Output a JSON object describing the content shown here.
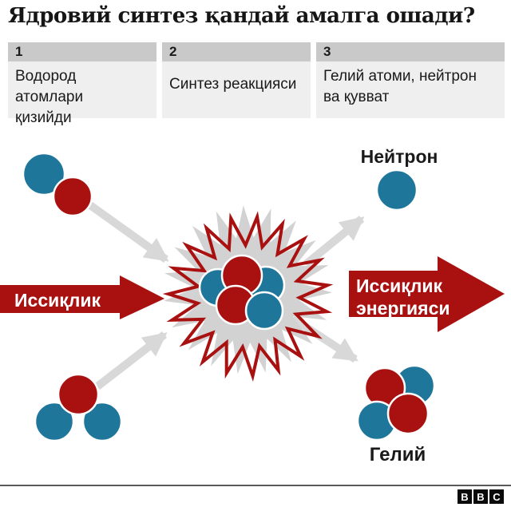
{
  "title": "Ядровий синтез қандай амалга ошади?",
  "steps": [
    {
      "number": "1",
      "text": "Водород атомлари қизийди"
    },
    {
      "number": "2",
      "text": "Синтез реакцияси"
    },
    {
      "number": "3",
      "text": "Гелий атоми, нейтрон ва қувват"
    }
  ],
  "diagram": {
    "heat_arrow_label": "Иссиқлик",
    "heat_energy_arrow_label": [
      "Иссиқлик",
      "энергияси"
    ],
    "neutron_label": "Нейтрон",
    "helium_label": "Гелий",
    "atoms": {
      "input_top_pair": [
        "blue",
        "red"
      ],
      "input_bottom_trio": [
        "blue",
        "blue",
        "red"
      ],
      "nucleus": [
        "blue",
        "blue",
        "red",
        "red",
        "blue"
      ],
      "neutron": [
        "blue"
      ],
      "helium": [
        "blue",
        "red",
        "blue",
        "red"
      ]
    }
  },
  "footer": {
    "logo_letters": [
      "B",
      "B",
      "C"
    ]
  },
  "colors": {
    "red": "#a91111",
    "blue": "#1f769b",
    "burst_fill": "#d2d2d2",
    "arrow_gray": "#d8d8d8",
    "table_header_gray": "#c9c9c9",
    "table_cell_gray": "#efefef",
    "divider_gray": "#595959",
    "text_black": "#1a1a1a",
    "white": "#ffffff"
  }
}
